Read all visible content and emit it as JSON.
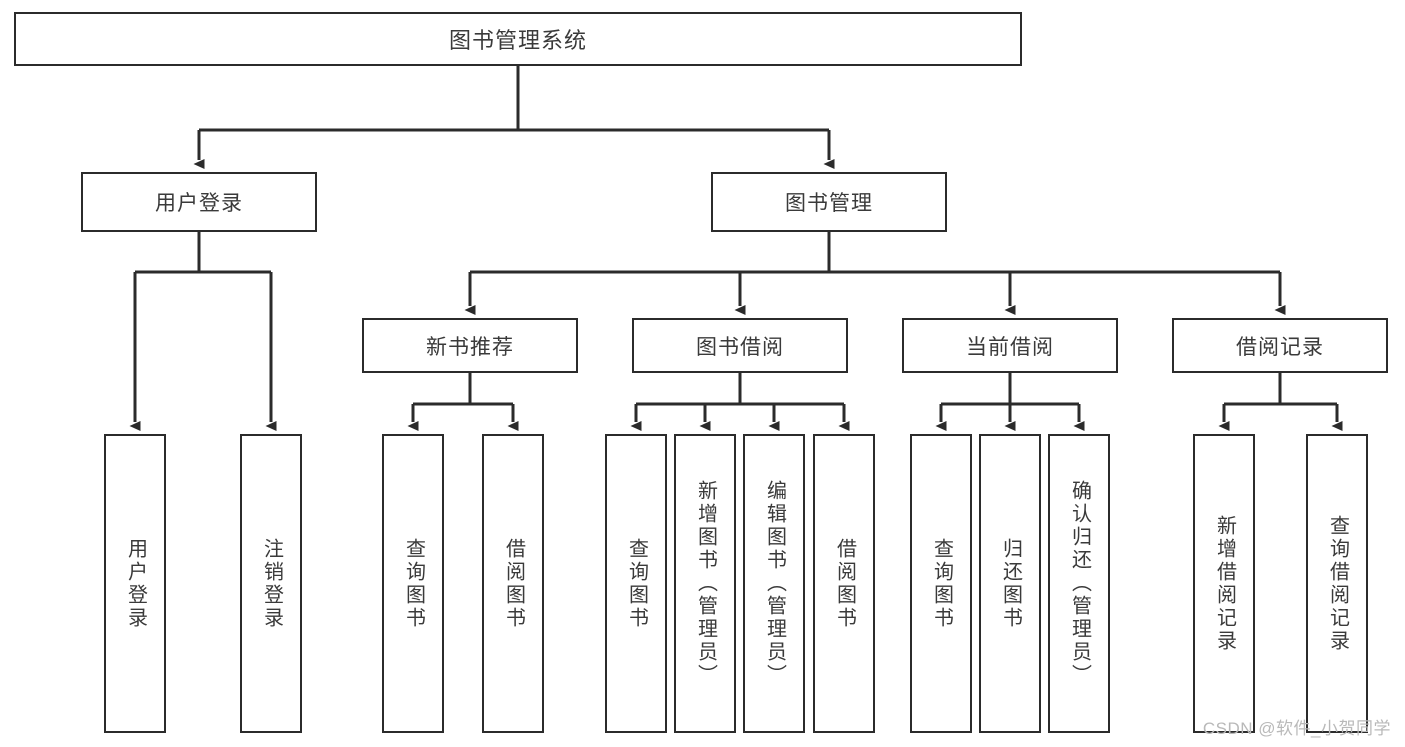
{
  "diagram": {
    "title": "图书管理系统",
    "watermark": "CSDN @软件_小贺同学",
    "type": "tree-hierarchy",
    "colors": {
      "background": "#ffffff",
      "box_fill": "#ffffff",
      "box_stroke": "#2b2b2b",
      "text": "#3a3a3a",
      "connector": "#2b2b2b",
      "watermark": "#b9b9b9"
    },
    "root": {
      "label": "图书管理系统"
    },
    "level2": [
      {
        "label": "用户登录"
      },
      {
        "label": "图书管理"
      }
    ],
    "level3": [
      {
        "label": "新书推荐"
      },
      {
        "label": "图书借阅"
      },
      {
        "label": "当前借阅"
      },
      {
        "label": "借阅记录"
      }
    ],
    "leaves": {
      "user_login": [
        {
          "label": "用户登录"
        },
        {
          "label": "注销登录"
        }
      ],
      "new_book_recommend": [
        {
          "label": "查询图书"
        },
        {
          "label": "借阅图书"
        }
      ],
      "book_borrow": [
        {
          "label": "查询图书"
        },
        {
          "label": "新增图书（管理员）"
        },
        {
          "label": "编辑图书（管理员）"
        },
        {
          "label": "借阅图书"
        }
      ],
      "current_borrow": [
        {
          "label": "查询图书"
        },
        {
          "label": "归还图书"
        },
        {
          "label": "确认归还（管理员）"
        }
      ],
      "borrow_record": [
        {
          "label": "新增借阅记录"
        },
        {
          "label": "查询借阅记录"
        }
      ]
    }
  }
}
